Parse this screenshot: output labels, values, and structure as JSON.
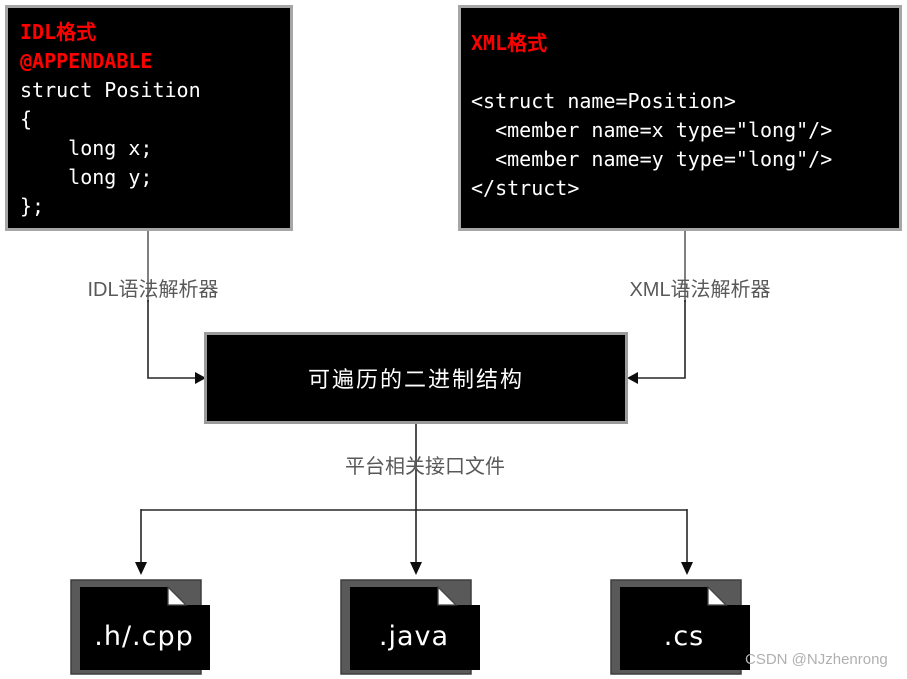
{
  "idl_box": {
    "header_lines": [
      "IDL格式",
      "@APPENDABLE"
    ],
    "code_lines": [
      "struct Position",
      "{",
      "    long x;",
      "    long y;",
      "};"
    ]
  },
  "xml_box": {
    "header_lines": [
      "XML格式"
    ],
    "code_lines": [
      "<struct name=Position>",
      "  <member name=x type=\"long\"/>",
      "  <member name=y type=\"long\"/>",
      "</struct>"
    ]
  },
  "labels": {
    "idl_parser": "IDL语法解析器",
    "xml_parser": "XML语法解析器",
    "binary_structure": "可遍历的二进制结构",
    "platform_files": "平台相关接口文件"
  },
  "files": [
    {
      "name": ".h/.cpp"
    },
    {
      "name": ".java"
    },
    {
      "name": ".cs"
    }
  ],
  "watermark": "CSDN @NJzhenrong",
  "colors": {
    "accent_red": "#ff0000",
    "box_background": "#000000",
    "box_border": "#a6a6a6",
    "label_gray": "#595959",
    "file_shadow_gray": "#595959",
    "connector_dark": "#262626",
    "connector_light": "#808080",
    "watermark_gray": "#b0b0b0"
  }
}
